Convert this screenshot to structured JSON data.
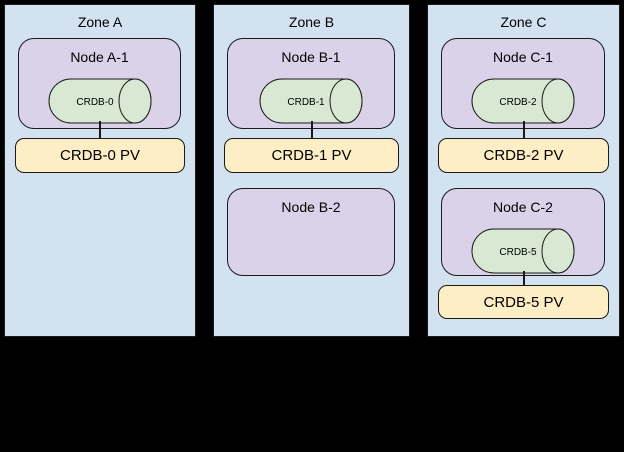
{
  "colors": {
    "background": "#000000",
    "zone_fill": "#d3e2f1",
    "node_fill": "#d9d2e9",
    "cylinder_fill": "#d8e8d2",
    "pv_fill": "#feeec5",
    "shape_stroke": "#1a1a1a",
    "text": "#000000"
  },
  "icons": {
    "cylinder": "database-cylinder-icon"
  },
  "zones": [
    {
      "label": "Zone A",
      "nodes": [
        {
          "label": "Node A-1",
          "db": "CRDB-0",
          "pv": "CRDB-0 PV"
        }
      ]
    },
    {
      "label": "Zone B",
      "nodes": [
        {
          "label": "Node B-1",
          "db": "CRDB-1",
          "pv": "CRDB-1 PV"
        },
        {
          "label": "Node B-2"
        }
      ]
    },
    {
      "label": "Zone C",
      "nodes": [
        {
          "label": "Node C-1",
          "db": "CRDB-2",
          "pv": "CRDB-2 PV"
        },
        {
          "label": "Node C-2",
          "db": "CRDB-5",
          "pv": "CRDB-5 PV"
        }
      ]
    }
  ]
}
